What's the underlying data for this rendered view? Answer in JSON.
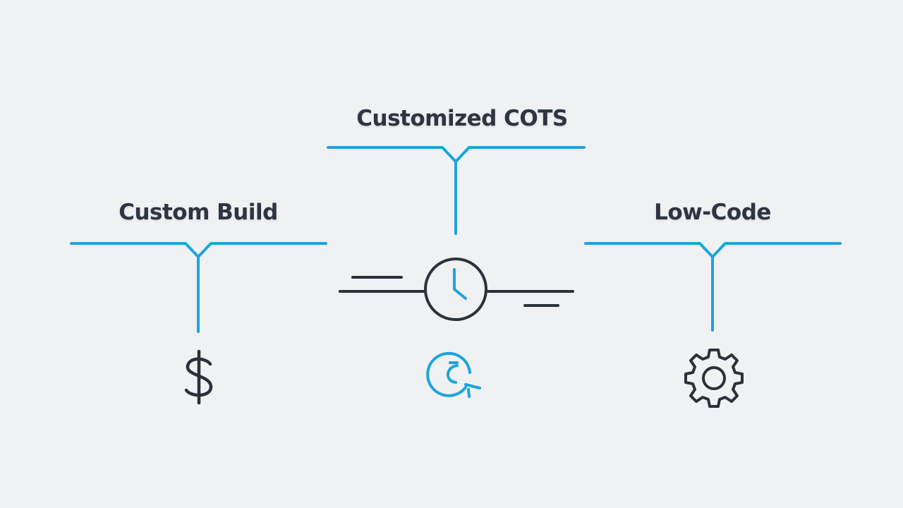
{
  "diagram": {
    "accent_color": "#1da4dc",
    "ink_color": "#2b3139",
    "background": "#eff1f3",
    "nodes": [
      {
        "id": "custom-build",
        "label": "Custom Build",
        "icon": "dollar-icon",
        "icon_glyph": "$"
      },
      {
        "id": "customized-cots",
        "label": "Customized COTS",
        "icon": "refresh-search-icon",
        "center_icon": "clock-icon"
      },
      {
        "id": "low-code",
        "label": "Low-Code",
        "icon": "gear-icon"
      }
    ]
  }
}
